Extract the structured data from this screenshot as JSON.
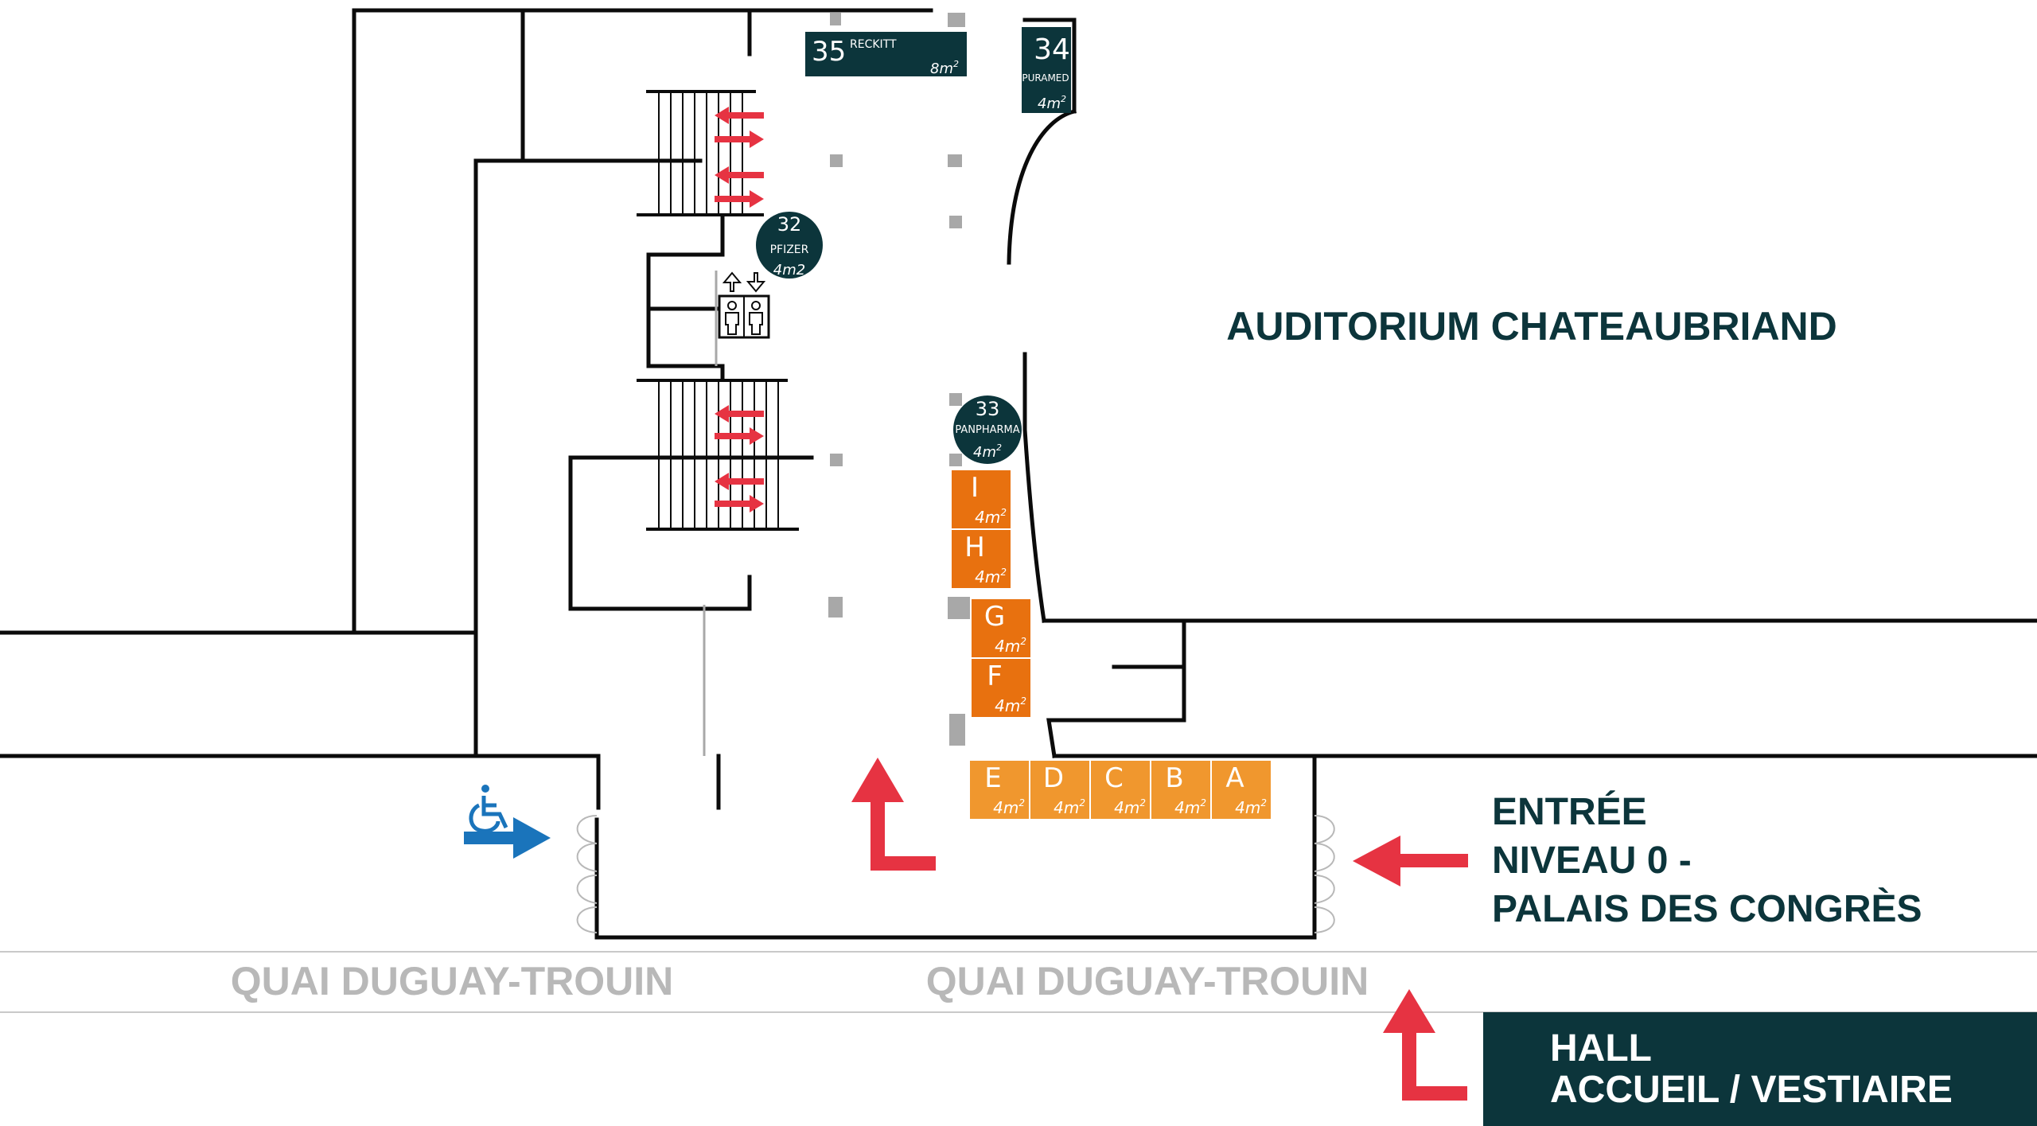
{
  "colors": {
    "wall": "#0b0b0b",
    "dark_teal": "#0c353b",
    "orange_dark": "#e8710f",
    "orange_light": "#f0972e",
    "arrow_red": "#e63342",
    "arrow_blue": "#1a74bb",
    "pillar": "#a8a8a8",
    "street_text": "#b8b8b8",
    "street_line": "#c9c9c9",
    "thin_wall": "#a8a8a8"
  },
  "labels": {
    "auditorium": "AUDITORIUM CHATEAUBRIAND",
    "entrance_line1": "ENTRÉE",
    "entrance_line2": "NIVEAU 0 -",
    "entrance_line3": "PALAIS DES CONGRÈS",
    "street_left": "QUAI DUGUAY-TROUIN",
    "street_right": "QUAI DUGUAY-TROUIN",
    "hall_line1": "HALL",
    "hall_line2": "ACCUEIL / VESTIAIRE"
  },
  "stands": {
    "s35": {
      "number": "35",
      "name": "RECKITT",
      "area": "8m",
      "sup": "2"
    },
    "s34": {
      "number": "34",
      "name": "PURAMED",
      "area": "4m",
      "sup": "2"
    },
    "s32": {
      "number": "32",
      "name": "PFIZER",
      "area": "4m2"
    },
    "s33": {
      "number": "33",
      "name": "PANPHARMA",
      "area": "4m",
      "sup": "2"
    }
  },
  "booths": [
    {
      "letter": "I",
      "area": "4m",
      "sup": "2"
    },
    {
      "letter": "H",
      "area": "4m",
      "sup": "2"
    },
    {
      "letter": "G",
      "area": "4m",
      "sup": "2"
    },
    {
      "letter": "F",
      "area": "4m",
      "sup": "2"
    },
    {
      "letter": "E",
      "area": "4m",
      "sup": "2"
    },
    {
      "letter": "D",
      "area": "4m",
      "sup": "2"
    },
    {
      "letter": "C",
      "area": "4m",
      "sup": "2"
    },
    {
      "letter": "B",
      "area": "4m",
      "sup": "2"
    },
    {
      "letter": "A",
      "area": "4m",
      "sup": "2"
    }
  ],
  "icons": {
    "elevator": "elevator-icon",
    "wheelchair": "wheelchair-icon",
    "stair_arrows": "stair-direction-arrows",
    "entrance_arrow": "entrance-arrow-icon"
  }
}
